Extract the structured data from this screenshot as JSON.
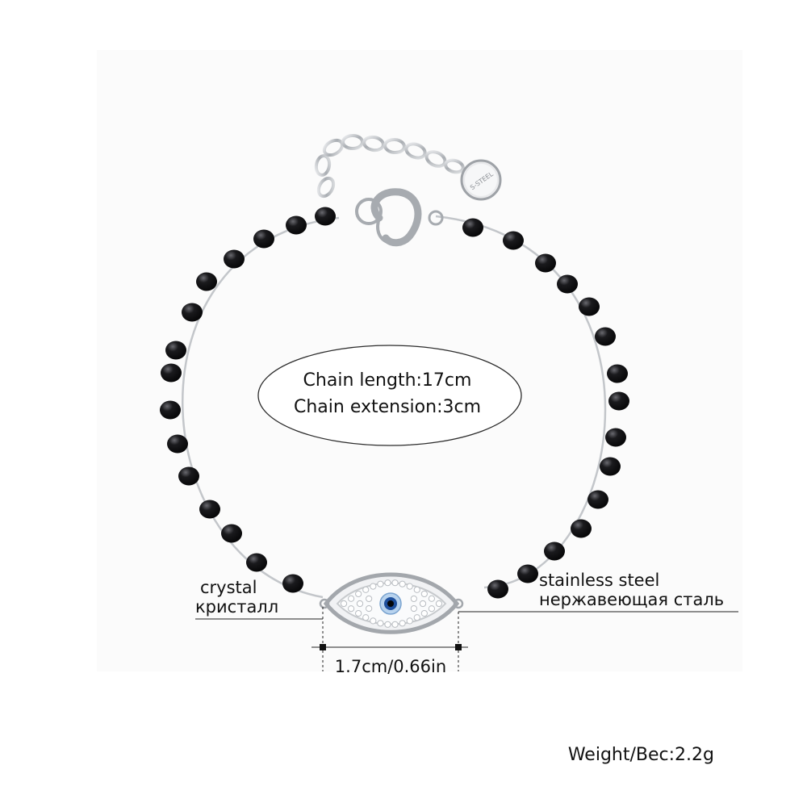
{
  "spec": {
    "chain_length": "Chain length:17cm",
    "chain_extension": "Chain extension:3cm"
  },
  "labels": {
    "crystal_en": "crystal",
    "crystal_ru": "кристалл",
    "steel_en": "stainless steel",
    "steel_ru": "нержавеющая сталь",
    "pendant_width": "1.7cm/0.66in",
    "weight": "Weight/Bec:2.2g"
  },
  "tag": {
    "engraving": "S-STEEL"
  },
  "colors": {
    "bead": "#0e0e10",
    "silver": "#b9bcc0",
    "eye_pupil": "#1e4f9c",
    "eye_iris": "#b8d3ee",
    "backdrop": "#fbfbfb"
  }
}
